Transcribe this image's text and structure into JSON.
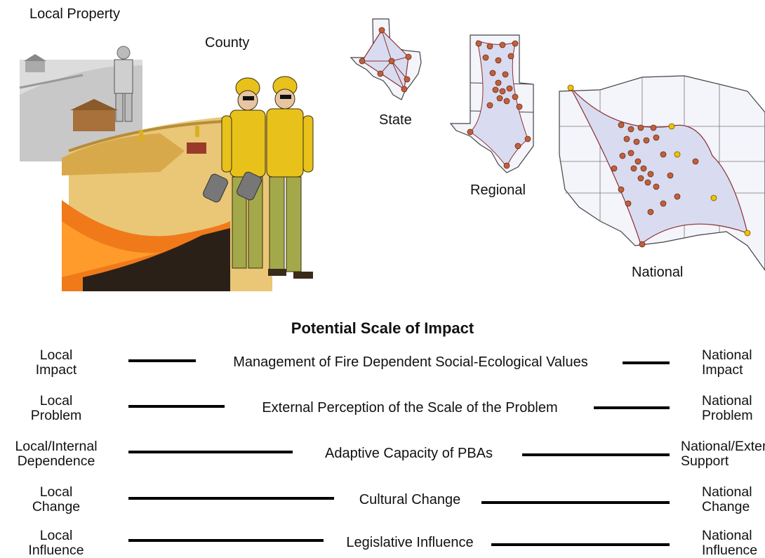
{
  "scales": {
    "local_property": "Local Property",
    "county": "County",
    "state": "State",
    "regional": "Regional",
    "national": "National"
  },
  "title": "Potential Scale of Impact",
  "rows": [
    {
      "left": "Local\nImpact",
      "center": "Management of Fire Dependent Social-Ecological Values",
      "right": "National\nImpact"
    },
    {
      "left": "Local\nProblem",
      "center": "External Perception of the Scale of the Problem",
      "right": "National\nProblem"
    },
    {
      "left": "Local/Internal\nDependence",
      "center": "Adaptive Capacity of PBAs",
      "right": "National/External\nSupport"
    },
    {
      "left": "Local\nChange",
      "center": "Cultural Change",
      "right": "National\nChange"
    },
    {
      "left": "Local\nInfluence",
      "center": "Legislative Influence",
      "right": "National\nInfluence"
    }
  ],
  "colors": {
    "network_node": "#c0603a",
    "external_node": "#f2c200",
    "network_fill": "#d9dcf0",
    "edge": "#8a2f2f",
    "gear_yellow": "#e8c21a",
    "pants_olive": "#a3a84a",
    "fire_orange": "#f07a1a"
  }
}
